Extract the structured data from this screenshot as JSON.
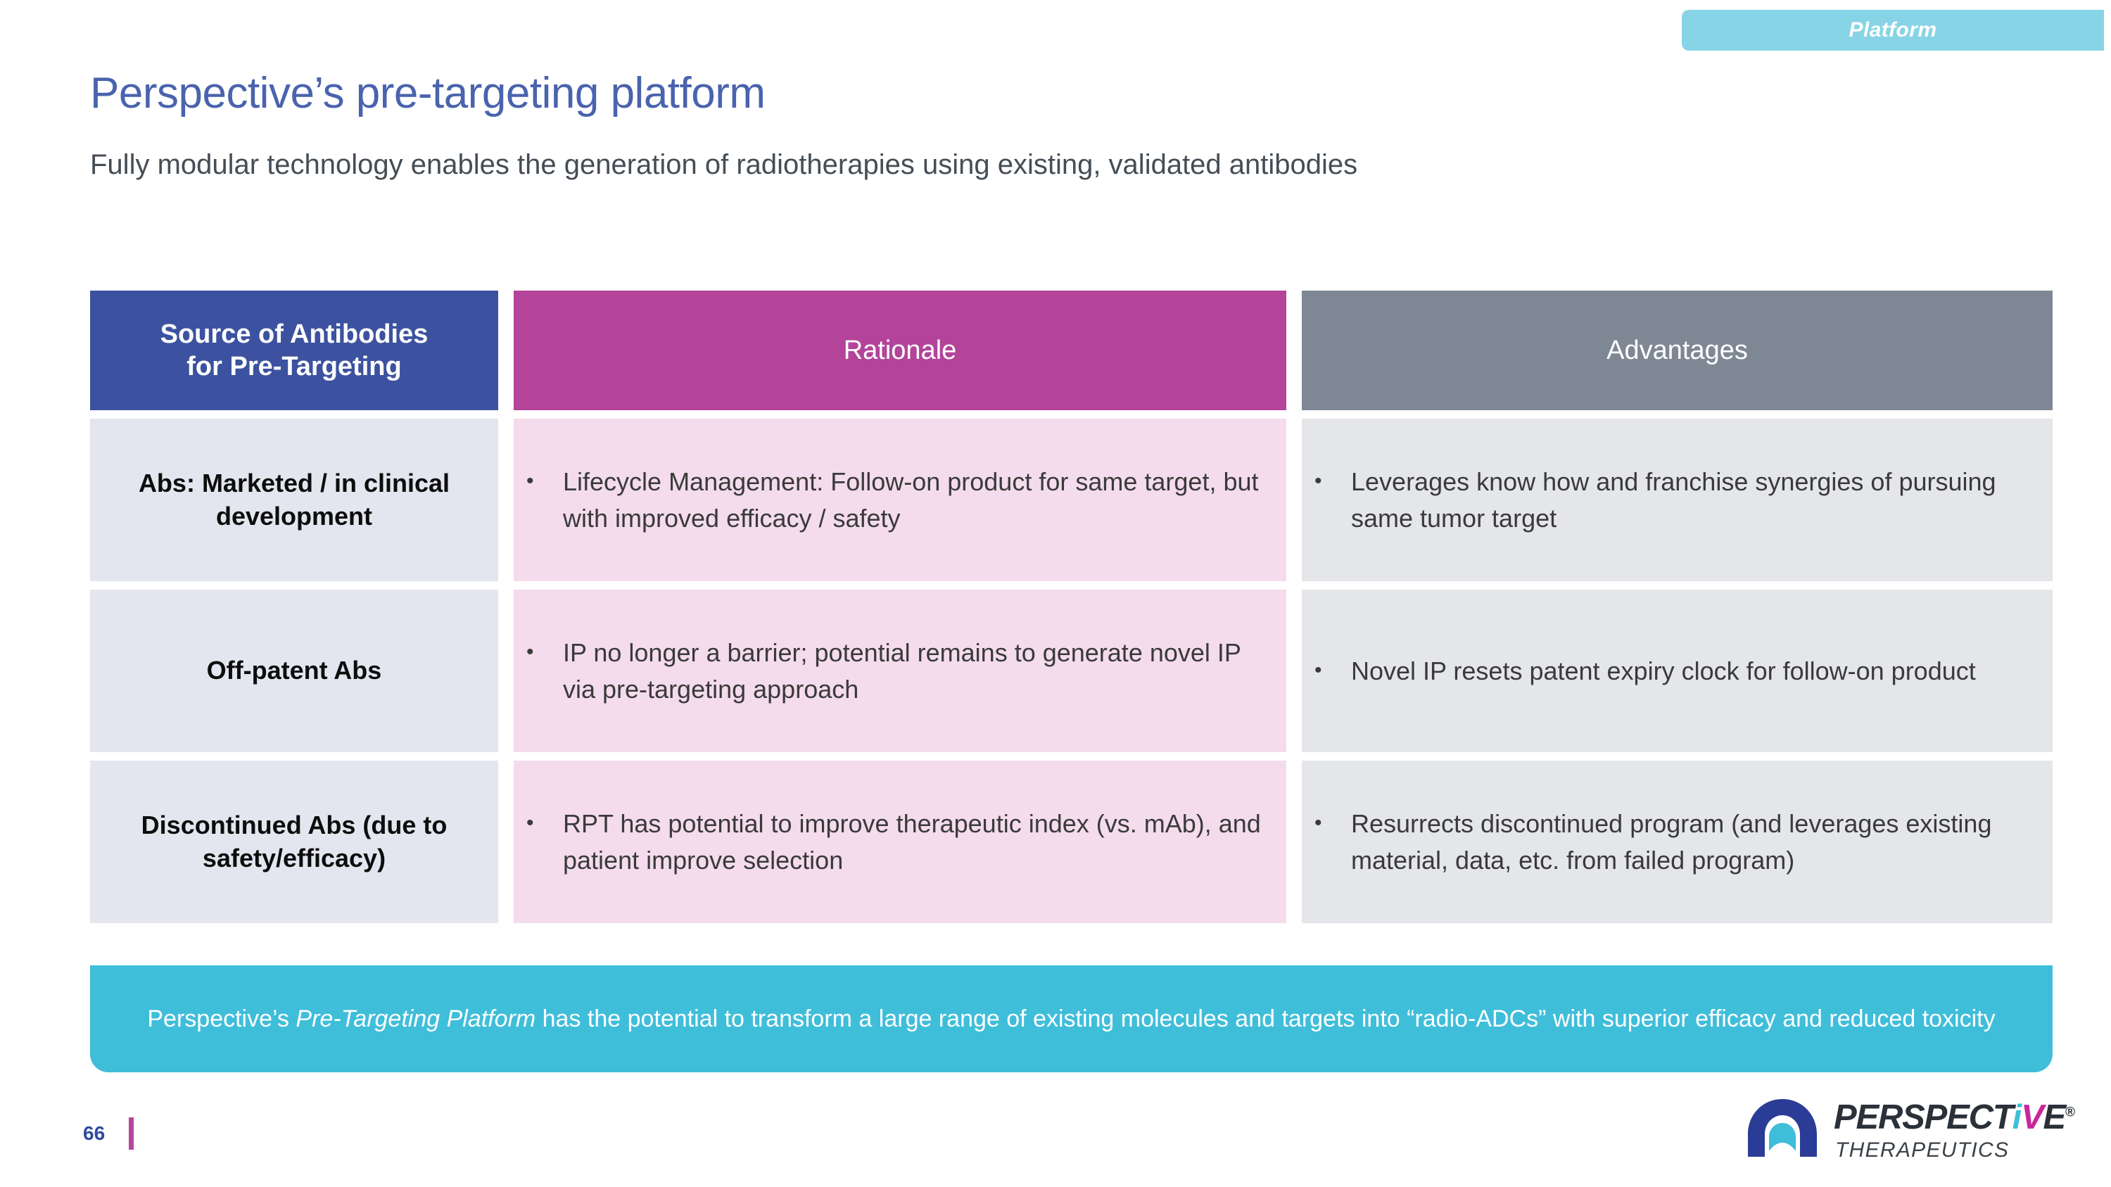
{
  "section_badge": {
    "label": "Platform",
    "color": "#87D4E6"
  },
  "header": {
    "title": "Perspective’s pre-targeting platform",
    "subtitle": "Fully modular technology enables the generation of radiotherapies using existing, validated antibodies",
    "title_color": "#4A63AE"
  },
  "table": {
    "columns": [
      {
        "header": "Source of Antibodies for Pre-Targeting",
        "header_line1": "Source of Antibodies",
        "header_line2": "for Pre-Targeting",
        "color": "#3C52A0"
      },
      {
        "header": "Rationale",
        "color": "#B3449A"
      },
      {
        "header": "Advantages",
        "color": "#7D8894"
      }
    ],
    "rows": [
      {
        "source": "Abs: Marketed / in clinical development",
        "rationale": "Lifecycle Management: Follow-on product for same target, but with improved efficacy / safety",
        "advantages": "Leverages know how and franchise synergies of pursuing same tumor target"
      },
      {
        "source": "Off-patent Abs",
        "rationale": "IP no longer a barrier; potential remains to generate novel IP via pre-targeting approach",
        "advantages": "Novel IP resets patent expiry clock for follow-on product"
      },
      {
        "source": "Discontinued Abs (due to safety/efficacy)",
        "rationale": "RPT has potential to improve therapeutic index (vs. mAb), and patient improve selection",
        "advantages": "Resurrects discontinued program (and leverages existing material, data, etc. from failed program)"
      }
    ],
    "bullet_glyph": "•",
    "cell_colors": {
      "source": "#E4E6EF",
      "rationale": "#F4DCEC",
      "advantages": "#E4E6EA"
    }
  },
  "callout": {
    "prefix": "Perspective’s ",
    "emphasis": "Pre-Targeting Platform",
    "suffix": " has the potential to transform a large range of existing molecules and targets into “radio-ADCs” with superior efficacy and reduced toxicity",
    "color": "#3FBEDA"
  },
  "footer": {
    "page_number": "66",
    "logo": {
      "word_part1": "PERSPECT",
      "word_i": "i",
      "word_v": "V",
      "word_e": "E",
      "registered": "®",
      "tagline": "THERAPEUTICS",
      "mark_outer_color": "#2B3C96",
      "mark_inner_color": "#3FBEDA"
    }
  }
}
